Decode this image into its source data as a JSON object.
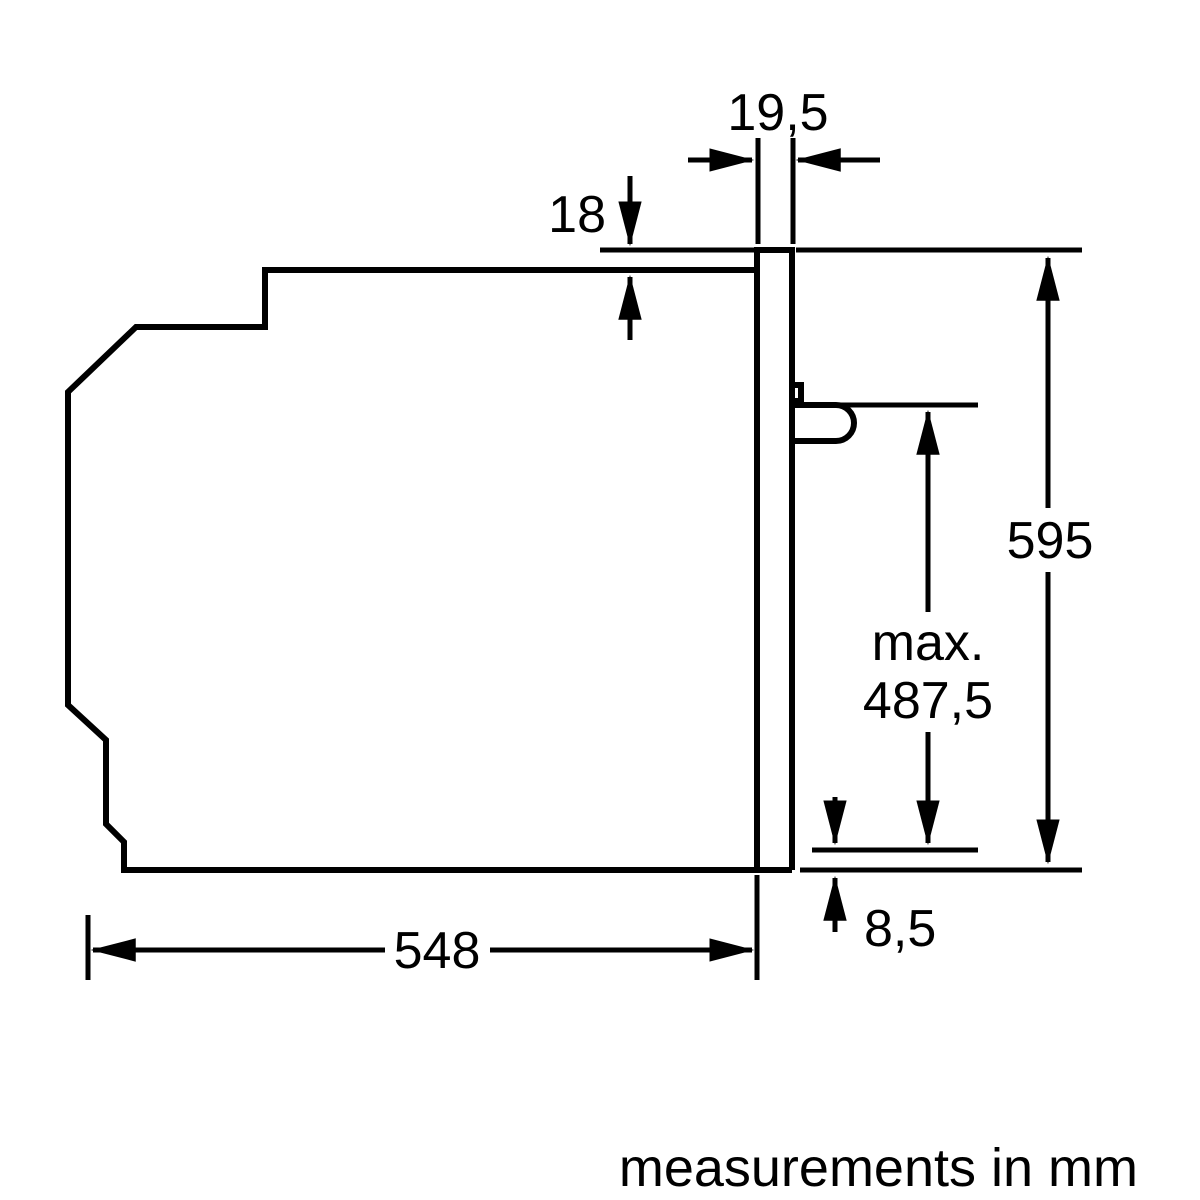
{
  "labels": {
    "frame_depth": "19,5",
    "top_overhang": "18",
    "height": "595",
    "max_prefix": "max.",
    "max_value": "487,5",
    "bottom_clearance": "8,5",
    "body_depth": "548"
  },
  "footer": "measurements in mm",
  "colors": {
    "line": "#000000",
    "background": "#ffffff"
  }
}
